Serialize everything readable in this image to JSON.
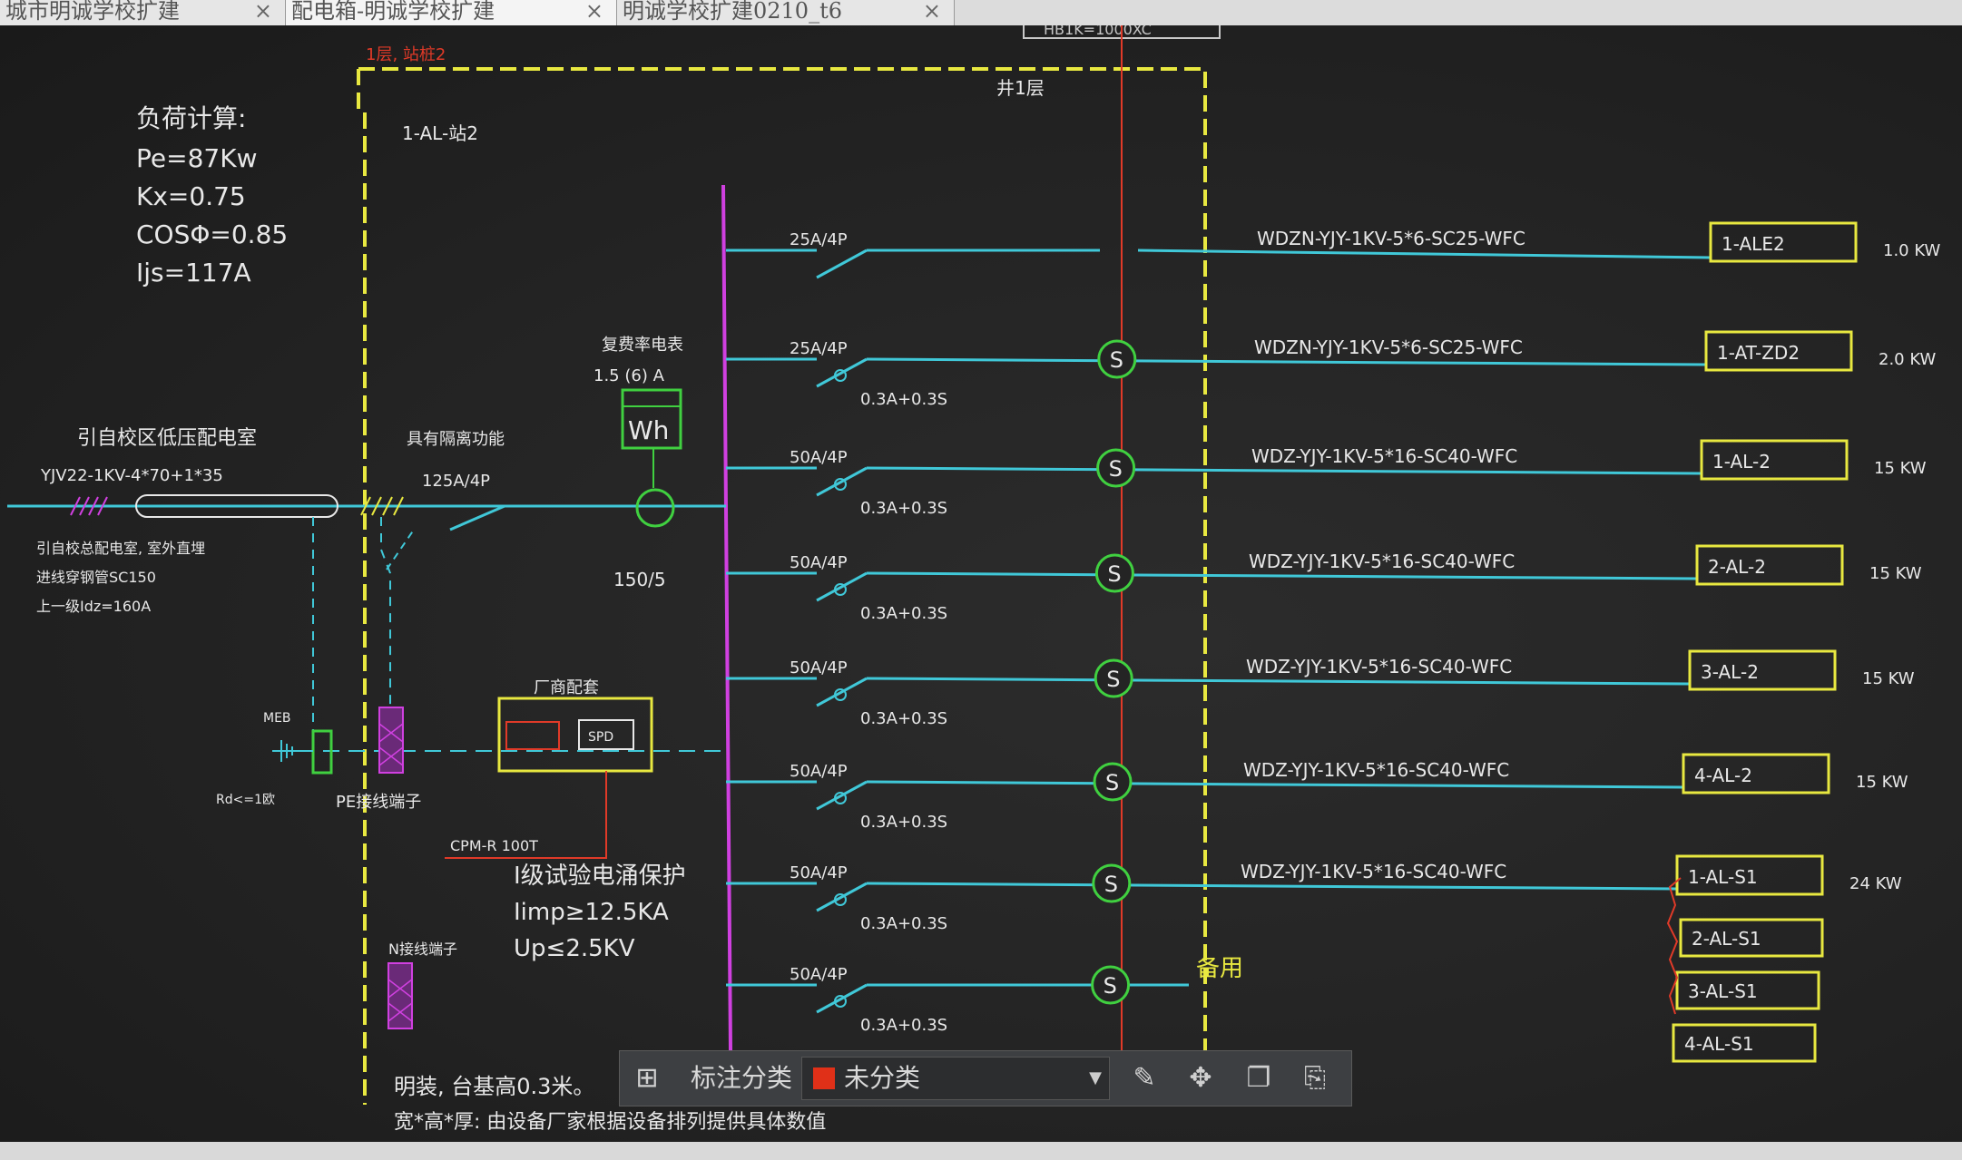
{
  "tabs": [
    {
      "label": "城市明诚学校扩建"
    },
    {
      "label": "配电箱-明诚学校扩建"
    },
    {
      "label": "明诚学校扩建0210_t6"
    }
  ],
  "tab_close": "×",
  "top_label": "HB1K=1000XC",
  "board_name_red": "1层, 站桩2",
  "board_id": "1-AL-站2",
  "building_tag": "井1层",
  "load_calc": {
    "title": "负荷计算:",
    "pe": "Pe=87Kw",
    "kx": "Kx=0.75",
    "cos": "COSΦ=0.85",
    "ijs": "Ijs=117A"
  },
  "incoming": {
    "title": "引自校区低压配电室",
    "cable": "YJV22-1KV-4*70+1*35",
    "note1": "引自校总配电室, 室外直埋",
    "note2": "进线穿钢管SC150",
    "note3": "上一级Idz=160A"
  },
  "isolator": {
    "title": "具有隔离功能",
    "rating": "125A/4P"
  },
  "meter": {
    "title": "复费率电表",
    "rating": "1.5 (6) A",
    "symbol": "Wh",
    "ct": "150/5"
  },
  "circuits": [
    {
      "breaker": "25A/4P",
      "rcd": "",
      "cable": "WDZN-YJY-1KV-5*6-SC25-WFC",
      "code": "1-ALE2",
      "power": "1.0 KW"
    },
    {
      "breaker": "25A/4P",
      "rcd": "0.3A+0.3S",
      "cable": "WDZN-YJY-1KV-5*6-SC25-WFC",
      "code": "1-AT-ZD2",
      "power": "2.0 KW"
    },
    {
      "breaker": "50A/4P",
      "rcd": "0.3A+0.3S",
      "cable": "WDZ-YJY-1KV-5*16-SC40-WFC",
      "code": "1-AL-2",
      "power": "15 KW"
    },
    {
      "breaker": "50A/4P",
      "rcd": "0.3A+0.3S",
      "cable": "WDZ-YJY-1KV-5*16-SC40-WFC",
      "code": "2-AL-2",
      "power": "15 KW"
    },
    {
      "breaker": "50A/4P",
      "rcd": "0.3A+0.3S",
      "cable": "WDZ-YJY-1KV-5*16-SC40-WFC",
      "code": "3-AL-2",
      "power": "15 KW"
    },
    {
      "breaker": "50A/4P",
      "rcd": "0.3A+0.3S",
      "cable": "WDZ-YJY-1KV-5*16-SC40-WFC",
      "code": "4-AL-2",
      "power": "15 KW"
    },
    {
      "breaker": "50A/4P",
      "rcd": "0.3A+0.3S",
      "cable": "WDZ-YJY-1KV-5*16-SC40-WFC",
      "code": "1-AL-S1",
      "power": "24 KW"
    },
    {
      "breaker": "50A/4P",
      "rcd": "0.3A+0.3S",
      "cable": "",
      "code": "",
      "power": ""
    }
  ],
  "extra_codes": [
    "2-AL-S1",
    "3-AL-S1",
    "4-AL-S1"
  ],
  "spare": "备用",
  "shunt_symbol": "S",
  "spd": {
    "title": "厂商配套",
    "label": "SPD",
    "breaker": "CPM-R 100T",
    "l1": "I级试验电涌保护",
    "l2": "Iimp≥12.5KA",
    "l3": "Up≤2.5KV"
  },
  "meb": "MEB",
  "rd": "Rd<=1欧",
  "pe_terminal": "PE接线端子",
  "n_terminal": "N接线端子",
  "install_note": "明装, 台基高0.3米。",
  "size_note": "宽*高*厚: 由设备厂家根据设备排列提供具体数值",
  "toolbar": {
    "label": "标注分类",
    "selected": "未分类",
    "caret": "▼"
  },
  "colors": {
    "yellow": "#e8e840",
    "cyan": "#40c8d8",
    "red": "#e03a28",
    "green": "#40d040",
    "magenta": "#d040e0",
    "white": "#e8e8e8"
  }
}
